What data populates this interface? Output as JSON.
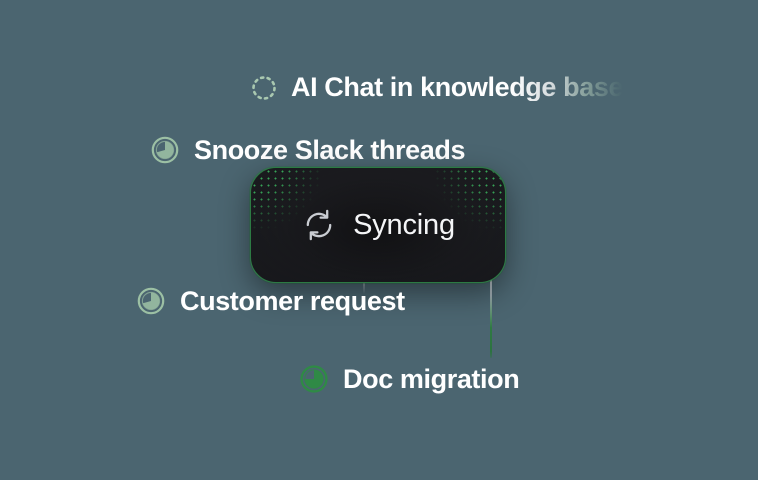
{
  "theme": {
    "background_color": "#4b6570",
    "card_background_color": "#17181c",
    "card_border_color": "#2c7a43",
    "accent_green": "#2f8a46",
    "muted_green": "#9cc0a4",
    "text_color": "#ffffff",
    "connector_green": "#2f7a42"
  },
  "card": {
    "status_label": "Syncing",
    "icon": "sync-refresh-icon"
  },
  "tasks": [
    {
      "id": "ai-chat",
      "label": "AI Chat in knowledge base",
      "state": "pending",
      "icon": "dotted-circle-icon",
      "truncated": true
    },
    {
      "id": "snooze-slack",
      "label": "Snooze Slack threads",
      "state": "in-progress",
      "icon": "pie-progress-icon",
      "truncated": false
    },
    {
      "id": "customer-request",
      "label": "Customer request",
      "state": "in-progress",
      "icon": "pie-progress-icon",
      "truncated": false
    },
    {
      "id": "doc-migration",
      "label": "Doc migration",
      "state": "active",
      "icon": "pie-progress-icon",
      "truncated": false
    }
  ]
}
